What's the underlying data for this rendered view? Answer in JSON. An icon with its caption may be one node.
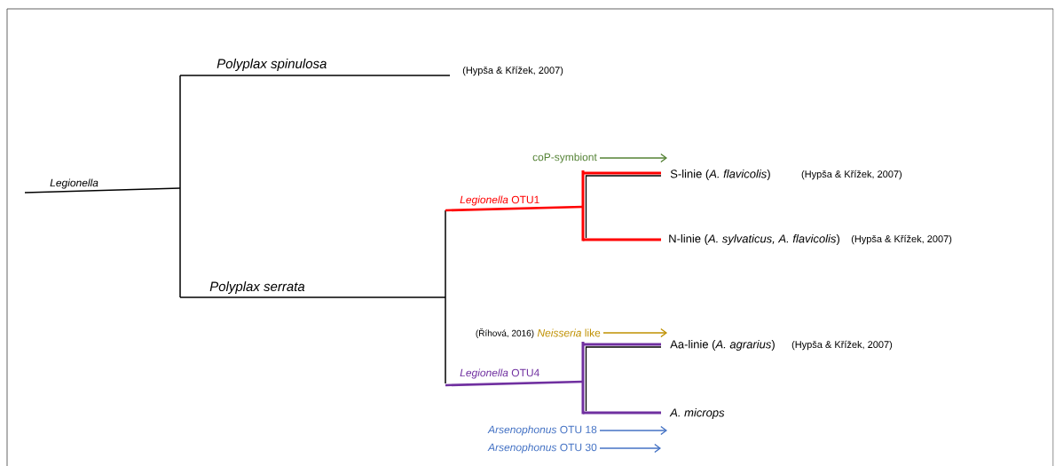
{
  "diagram": {
    "nodes": [
      {
        "text": [
          "coP-symbiont"
        ]
      },
      {
        "text": [
          "S-linie (*A. flavicolis*)"
        ]
      },
      {
        "text": [
          "*Neisseria* like"
        ],
        "beside": [
          "(Říhová, 2016)"
        ]
      },
      {
        "text": [
          "Aa-linie (*A. agrarius*)"
        ]
      },
      {
        "text": [
          "A. microps"
        ]
      },
      {
        "text": [
          "*Arsenophonus* OTU 18"
        ]
      },
      {
        "text": [
          "*Arsenophonus* OTU 30"
        ]
      }
    ],
    "edges": [
      {
        "from": 0,
        "to": 1,
        "arrow": "to",
        "color": "#548235"
      },
      {
        "from": 2,
        "to": 3,
        "arrow": "to",
        "color": "#bf9000"
      },
      {
        "from": 5,
        "to": 4,
        "arrow": "to",
        "color": "#4472c4"
      },
      {
        "from": 6,
        "to": null,
        "arrow": "to",
        "color": "#4472c4"
      }
    ],
    "labels": [
      "Polyplax spinulosa",
      "(Hypša & Křížek, 2007)",
      "Legionella",
      "(Hypša & Křížek, 2007)",
      "*Legionella* OTU1",
      "N-linie (*A. sylvaticus, A. flavicolis*)",
      "(Hypša & Křížek, 2007)",
      "Polyplax serrata",
      "(Hypša & Křížek, 2007)",
      "*Legionella* OTU4"
    ]
  }
}
